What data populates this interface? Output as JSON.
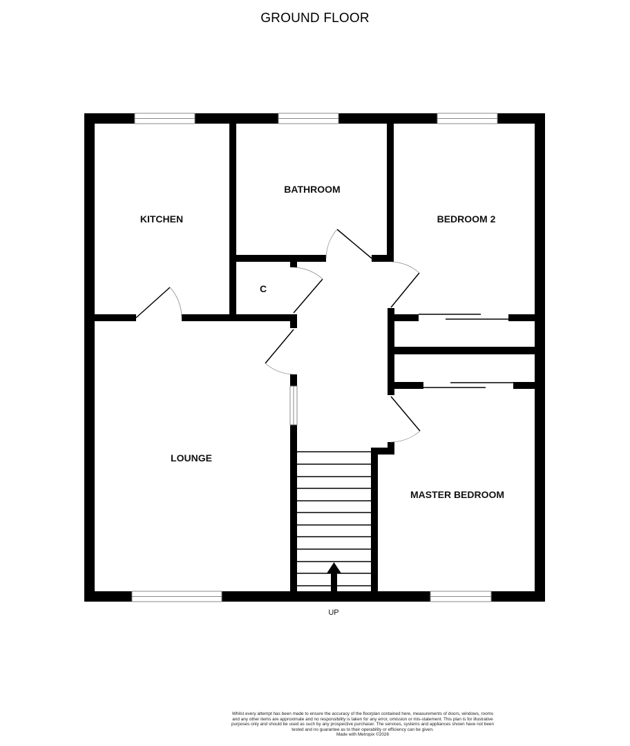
{
  "title": "GROUND FLOOR",
  "rooms": {
    "kitchen": "KITCHEN",
    "bathroom": "BATHROOM",
    "bedroom2": "BEDROOM 2",
    "cupboard": "C",
    "lounge": "LOUNGE",
    "master_bedroom": "MASTER BEDROOM"
  },
  "stairs": {
    "label": "UP",
    "treads": 12
  },
  "disclaimer": {
    "text": "Whilst every attempt has been made to ensure the accuracy of the floorplan contained here, measurements of doors, windows, rooms and any other items are approximate and no responsibility is taken for any error, omission or mis-statement. This plan is for illustrative purposes only and should be used as such by any prospective purchaser. The services, systems and appliances shown have not been tested and no guarantee as to their operability or efficiency can be given.",
    "credit": "Made with Metropix ©2026"
  },
  "colors": {
    "wall": "#000000",
    "window_line": "#888888",
    "door_arc": "#888888",
    "background": "#ffffff"
  }
}
